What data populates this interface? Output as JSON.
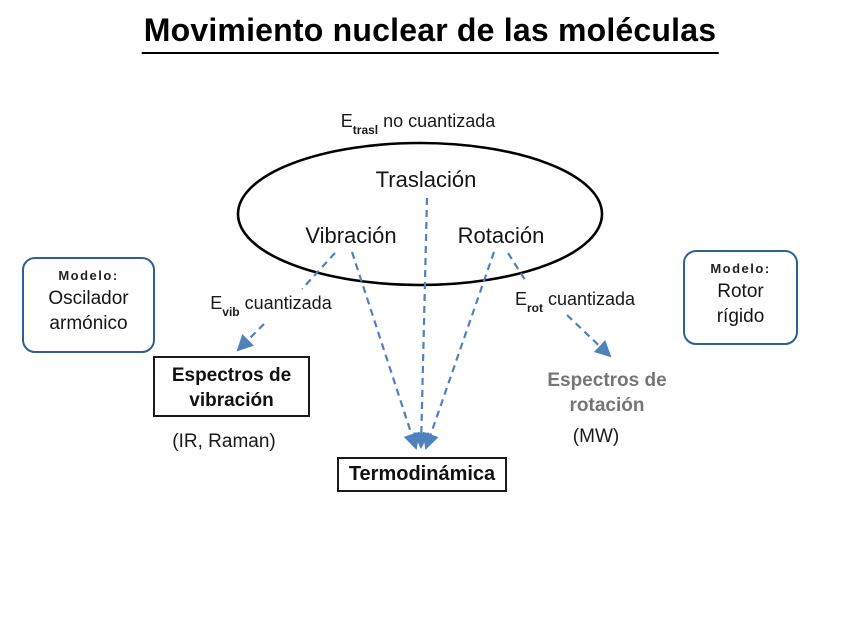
{
  "slide": {
    "title": "Movimiento nuclear de las moléculas"
  },
  "ellipse": {
    "traslacion": "Traslación",
    "vibracion": "Vibración",
    "rotacion": "Rotación"
  },
  "energy_labels": {
    "etrasl": {
      "prefix": "E",
      "sub": "trasl",
      "rest": " no cuantizada"
    },
    "evib": {
      "prefix": "E",
      "sub": "vib",
      "rest": " cuantizada"
    },
    "erot": {
      "prefix": "E",
      "sub": "rot",
      "rest": " cuantizada"
    }
  },
  "model_boxes": {
    "left": {
      "heading": "Modelo:",
      "line1": "Oscilador",
      "line2": "armónico"
    },
    "right": {
      "heading": "Modelo:",
      "line1": "Rotor",
      "line2": "rígido"
    }
  },
  "outcome_nodes": {
    "espectros_vibracion": {
      "line1": "Espectros de",
      "line2": "vibración",
      "caption": "(IR, Raman)"
    },
    "termodinamica": {
      "label": "Termodinámica"
    },
    "espectros_rotacion": {
      "line1": "Espectros de",
      "line2": "rotación",
      "caption": "(MW)"
    }
  },
  "colors": {
    "arrow_blue": "#4f81bd",
    "model_border_blue": "#305f94",
    "muted_gray": "#757575",
    "ink_black": "#111111"
  }
}
